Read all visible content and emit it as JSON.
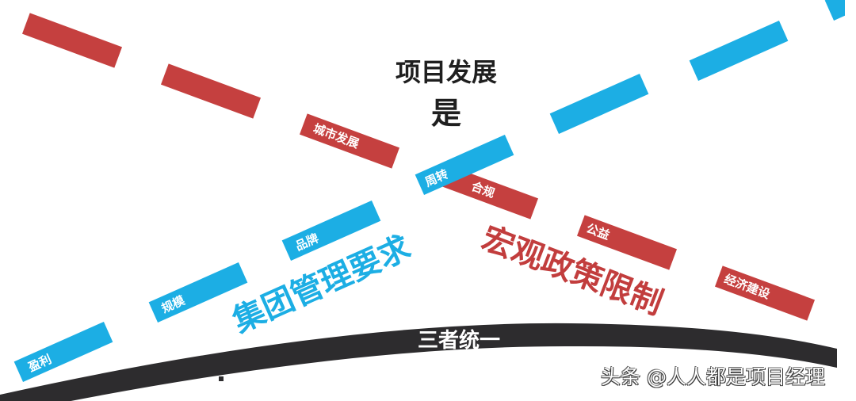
{
  "title": {
    "line1": "项目发展",
    "line2": "是"
  },
  "red_track": {
    "label": "宏观政策限制",
    "color": "#C5403F",
    "segments": [
      {
        "label": ""
      },
      {
        "label": ""
      },
      {
        "label": "城市发展"
      },
      {
        "label": "合规"
      },
      {
        "label": "公益"
      },
      {
        "label": "经济建设"
      }
    ]
  },
  "blue_track": {
    "label": "集团管理要求",
    "color": "#1CAEE4",
    "segments": [
      {
        "label": "盈利"
      },
      {
        "label": "规模"
      },
      {
        "label": "品牌"
      },
      {
        "label": "周转"
      },
      {
        "label": ""
      },
      {
        "label": ""
      },
      {
        "label": ""
      }
    ]
  },
  "base": {
    "label": "三者统一",
    "color": "#2D2C2E"
  },
  "watermark": "头条 @人人都是项目经理"
}
